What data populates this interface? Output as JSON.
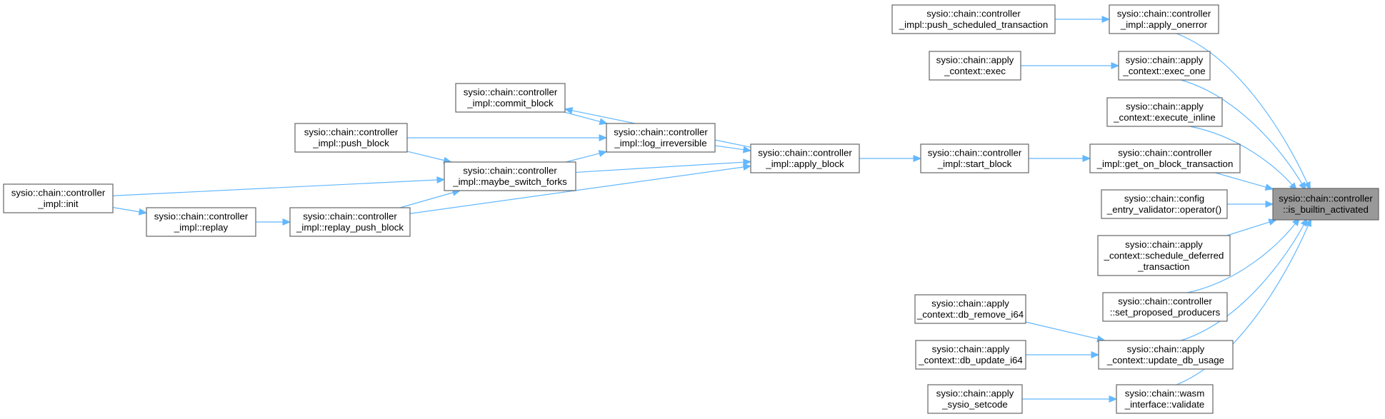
{
  "graph": {
    "nodes": [
      {
        "id": "is_builtin_activated",
        "lines": [
          "sysio::chain::controller",
          "::is_builtin_activated"
        ],
        "focus": true
      },
      {
        "id": "apply_onerror",
        "lines": [
          "sysio::chain::controller",
          "_impl::apply_onerror"
        ]
      },
      {
        "id": "push_scheduled_transaction",
        "lines": [
          "sysio::chain::controller",
          "_impl::push_scheduled_transaction"
        ]
      },
      {
        "id": "exec_one",
        "lines": [
          "sysio::chain::apply",
          "_context::exec_one"
        ]
      },
      {
        "id": "exec",
        "lines": [
          "sysio::chain::apply",
          "_context::exec"
        ]
      },
      {
        "id": "execute_inline",
        "lines": [
          "sysio::chain::apply",
          "_context::execute_inline"
        ]
      },
      {
        "id": "get_on_block_transaction",
        "lines": [
          "sysio::chain::controller",
          "_impl::get_on_block_transaction"
        ]
      },
      {
        "id": "start_block",
        "lines": [
          "sysio::chain::controller",
          "_impl::start_block"
        ]
      },
      {
        "id": "apply_block",
        "lines": [
          "sysio::chain::controller",
          "_impl::apply_block"
        ]
      },
      {
        "id": "commit_block",
        "lines": [
          "sysio::chain::controller",
          "_impl::commit_block"
        ]
      },
      {
        "id": "log_irreversible",
        "lines": [
          "sysio::chain::controller",
          "_impl::log_irreversible"
        ]
      },
      {
        "id": "maybe_switch_forks",
        "lines": [
          "sysio::chain::controller",
          "_impl::maybe_switch_forks"
        ]
      },
      {
        "id": "push_block",
        "lines": [
          "sysio::chain::controller",
          "_impl::push_block"
        ]
      },
      {
        "id": "replay_push_block",
        "lines": [
          "sysio::chain::controller",
          "_impl::replay_push_block"
        ]
      },
      {
        "id": "replay",
        "lines": [
          "sysio::chain::controller",
          "_impl::replay"
        ]
      },
      {
        "id": "init",
        "lines": [
          "sysio::chain::controller",
          "_impl::init"
        ]
      },
      {
        "id": "config_operator",
        "lines": [
          "sysio::chain::config",
          "_entry_validator::operator()"
        ]
      },
      {
        "id": "schedule_deferred_transaction",
        "lines": [
          "sysio::chain::apply",
          "_context::schedule_deferred",
          "_transaction"
        ]
      },
      {
        "id": "set_proposed_producers",
        "lines": [
          "sysio::chain::controller",
          "::set_proposed_producers"
        ]
      },
      {
        "id": "update_db_usage",
        "lines": [
          "sysio::chain::apply",
          "_context::update_db_usage"
        ]
      },
      {
        "id": "db_remove_i64",
        "lines": [
          "sysio::chain::apply",
          "_context::db_remove_i64"
        ]
      },
      {
        "id": "db_update_i64",
        "lines": [
          "sysio::chain::apply",
          "_context::db_update_i64"
        ]
      },
      {
        "id": "validate",
        "lines": [
          "sysio::chain::wasm",
          "_interface::validate"
        ]
      },
      {
        "id": "apply_sysio_setcode",
        "lines": [
          "sysio::chain::apply",
          "_sysio_setcode"
        ]
      }
    ],
    "edges": [
      {
        "from": "push_scheduled_transaction",
        "to": "apply_onerror"
      },
      {
        "from": "apply_onerror",
        "to": "is_builtin_activated"
      },
      {
        "from": "exec",
        "to": "exec_one"
      },
      {
        "from": "exec_one",
        "to": "is_builtin_activated"
      },
      {
        "from": "execute_inline",
        "to": "is_builtin_activated"
      },
      {
        "from": "start_block",
        "to": "get_on_block_transaction"
      },
      {
        "from": "get_on_block_transaction",
        "to": "is_builtin_activated"
      },
      {
        "from": "apply_block",
        "to": "start_block"
      },
      {
        "from": "apply_block",
        "to": "commit_block"
      },
      {
        "from": "log_irreversible",
        "to": "apply_block"
      },
      {
        "from": "commit_block",
        "to": "log_irreversible"
      },
      {
        "from": "push_block",
        "to": "log_irreversible"
      },
      {
        "from": "maybe_switch_forks",
        "to": "log_irreversible"
      },
      {
        "from": "maybe_switch_forks",
        "to": "apply_block"
      },
      {
        "from": "replay_push_block",
        "to": "apply_block"
      },
      {
        "from": "push_block",
        "to": "maybe_switch_forks"
      },
      {
        "from": "init",
        "to": "maybe_switch_forks"
      },
      {
        "from": "replay_push_block",
        "to": "maybe_switch_forks"
      },
      {
        "from": "replay",
        "to": "replay_push_block"
      },
      {
        "from": "init",
        "to": "replay"
      },
      {
        "from": "config_operator",
        "to": "is_builtin_activated"
      },
      {
        "from": "schedule_deferred_transaction",
        "to": "is_builtin_activated"
      },
      {
        "from": "set_proposed_producers",
        "to": "is_builtin_activated"
      },
      {
        "from": "db_remove_i64",
        "to": "update_db_usage"
      },
      {
        "from": "db_update_i64",
        "to": "update_db_usage"
      },
      {
        "from": "update_db_usage",
        "to": "is_builtin_activated"
      },
      {
        "from": "apply_sysio_setcode",
        "to": "validate"
      },
      {
        "from": "validate",
        "to": "is_builtin_activated"
      }
    ]
  }
}
